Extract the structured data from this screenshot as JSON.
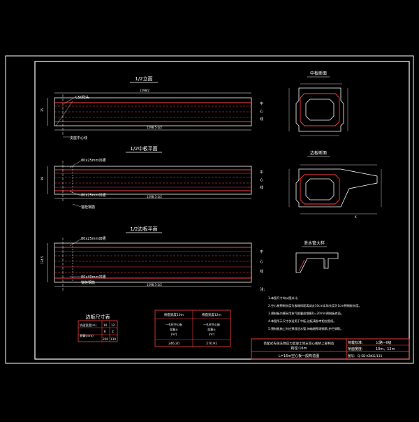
{
  "views": {
    "elevation_title": "1/2立面",
    "mid_plan_title": "1/2中板平面",
    "edge_plan_title": "1/2边板平面",
    "mid_section_title": "中板断面",
    "edge_section_title": "边板断面",
    "drain_title": "泄水管大样"
  },
  "labels": {
    "c50": "C50砼头",
    "support": "支座中心线",
    "groove_top": "80x25mm凹槽",
    "groove_mid": "80x25mm凹槽",
    "groove_edge_top": "80x25mm凹槽",
    "groove_edge_bot": "80x40mm凹槽",
    "anchor_mid": "锚栓钢筋",
    "anchor_edge": "锚栓钢筋",
    "side_note_1": "中",
    "side_note_2": "心",
    "side_note_3": "线"
  },
  "notes": {
    "heading": "注:",
    "lines": [
      "1.本图尺寸均以厘米计。",
      "2.空心板预制长度为板端间距离减去10cm实际长度为1cm预制板长度。",
      "3.预制板内模采用充气胶囊或钢模D=20mm预制板底面。",
      "4.本图所示尺寸仅适用于中板,边板请参考相应图纸。",
      "5.预制板施工时应预埋泄水管,伸缩缝预埋钢筋,护栏钢筋。"
    ]
  },
  "table_size": {
    "title": "边板尺寸表",
    "row1_label": "桥面宽度(m)",
    "row1_vals": [
      "10",
      "12"
    ],
    "row2_label": "悬臂(mm)",
    "row2_vals": [
      "K",
      "Z"
    ],
    "row3_vals": [
      "350",
      "130"
    ]
  },
  "table_conc": {
    "h1": "桥面宽度10m",
    "h2": "桥面宽度12m",
    "c1": "一孔砼空心板\n混凝土\n(m³)",
    "c2": "一孔砼空心板\n混凝土\n(m³)",
    "v1": "246.20",
    "v2": "270.91"
  },
  "title_block": {
    "project": "装配式先张法预应力混凝土简支空心板桥上部构造",
    "span": "跨径:16m",
    "load_label": "荷载标准:",
    "load_value": "公路—Ⅱ级",
    "width_label": "桥面宽度:",
    "width_value": "10m、12m",
    "drawing_title": "L=16m空心板一般构造图",
    "drawing_no_label": "图号:",
    "drawing_no": "Q-SB-KBKG/131"
  },
  "dims": {
    "elev_total": "1598/2",
    "elev_bottom": "1598.5-2/2",
    "mid_bottom": "1598.5-2/2",
    "edge_bottom": "1598.5-2/2"
  }
}
